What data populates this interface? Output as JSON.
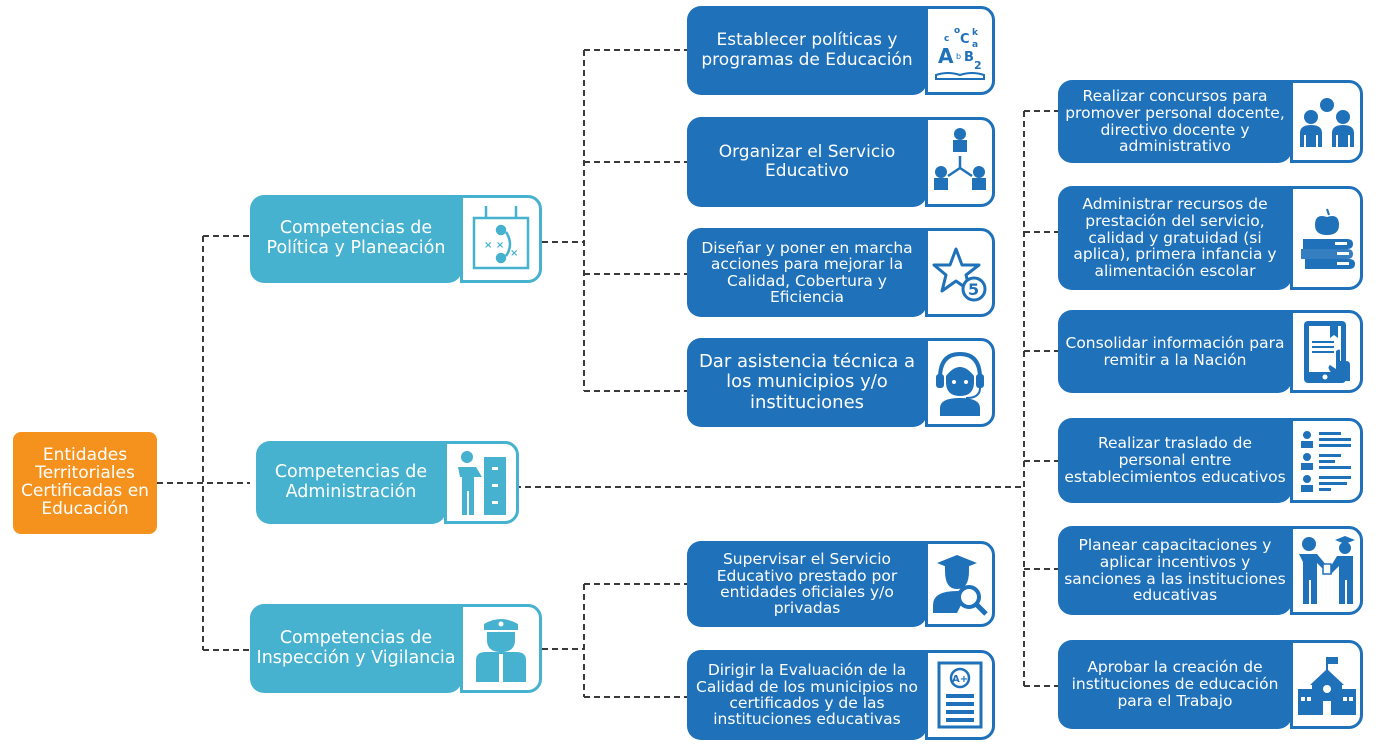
{
  "root": {
    "label": "Entidades Territoriales Certificadas en Educación",
    "color": "#f5921e"
  },
  "colors": {
    "level1": "#46b2cf",
    "level2": "#1f71ba",
    "level3": "#1f71ba",
    "connector": "#3a3a3a"
  },
  "competencias": [
    {
      "label": "Competencias de Política y Planeación",
      "icon": "strategy-board-icon",
      "children": [
        {
          "label": "Establecer políticas  y programas de Educación",
          "icon": "alphabet-book-icon"
        },
        {
          "label": "Organizar el Servicio Educativo",
          "icon": "readers-network-icon"
        },
        {
          "label": "Diseñar y poner en marcha acciones para mejorar la Calidad, Cobertura y Eficiencia",
          "icon": "star-rating-5-icon"
        },
        {
          "label": "Dar asistencia técnica a los municipios y/o instituciones",
          "icon": "support-headset-icon"
        }
      ]
    },
    {
      "label": "Competencias de Administración",
      "icon": "presenter-files-icon",
      "children": [
        {
          "label": "Realizar concursos para promover personal docente, directivo docente y administrativo",
          "icon": "group-people-icon"
        },
        {
          "label": "Administrar recursos de prestación del servicio, calidad y gratuidad (si aplica), primera infancia y alimentación escolar",
          "icon": "books-apple-icon"
        },
        {
          "label": "Consolidar información para remitir a la Nación",
          "icon": "tablet-document-icon"
        },
        {
          "label": "Realizar traslado de personal entre establecimientos educativos",
          "icon": "staff-list-icon"
        },
        {
          "label": "Planear capacitaciones y aplicar incentivos y sanciones a las instituciones educativas",
          "icon": "award-handover-icon"
        },
        {
          "label": "Aprobar la creación de instituciones de educación para el Trabajo",
          "icon": "school-building-icon"
        }
      ]
    },
    {
      "label": "Competencias de Inspección y Vigilancia",
      "icon": "officer-icon",
      "children": [
        {
          "label": "Supervisar el Servicio Educativo prestado por entidades oficiales y/o privadas",
          "icon": "graduate-magnifier-icon"
        },
        {
          "label": "Dirigir la Evaluación de la Calidad de los municipios no certificados y de las instituciones educativas",
          "icon": "graded-paper-icon"
        }
      ]
    }
  ]
}
